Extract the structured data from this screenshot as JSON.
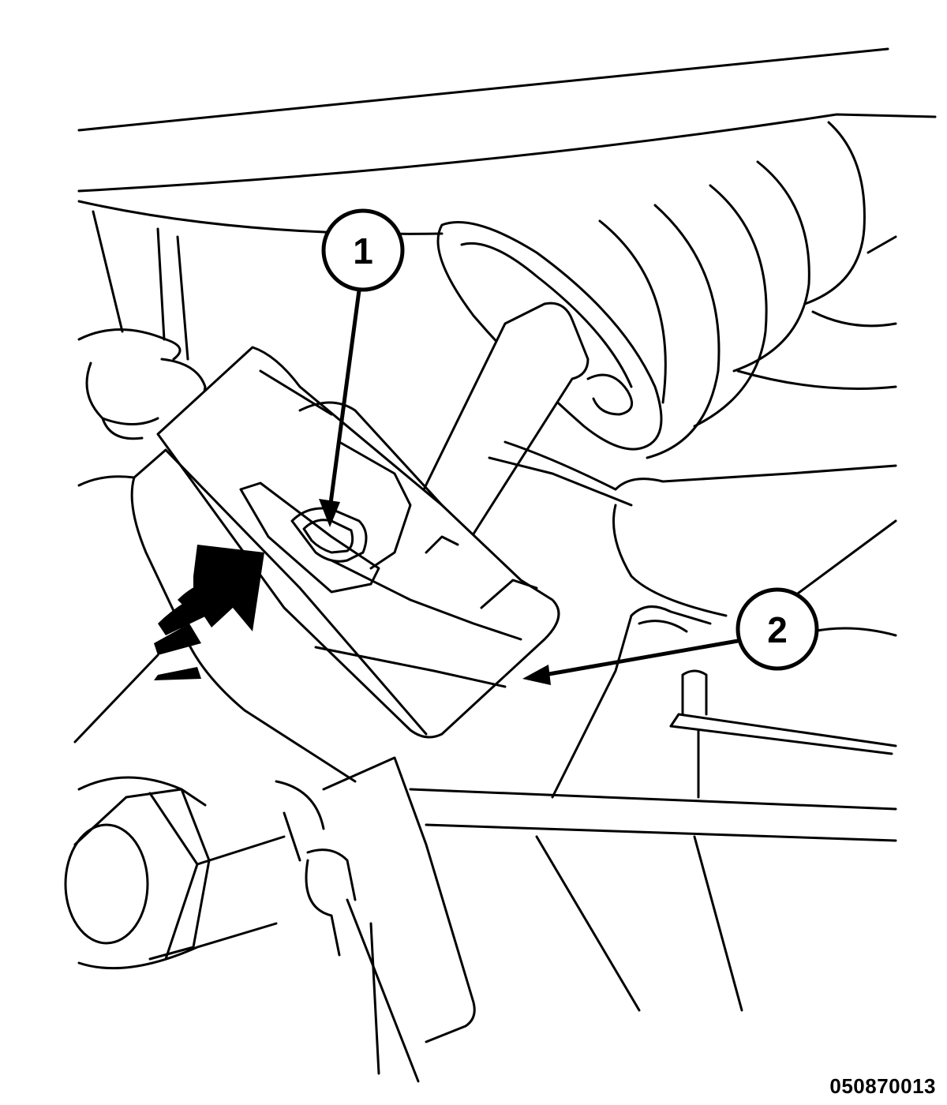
{
  "callouts": [
    {
      "id": "1",
      "label": "1"
    },
    {
      "id": "2",
      "label": "2"
    }
  ],
  "figure_id": "050870013",
  "colors": {
    "line": "#000000",
    "background": "#ffffff"
  },
  "icons": {
    "rotation_arrow": "curved-arrow-icon"
  }
}
